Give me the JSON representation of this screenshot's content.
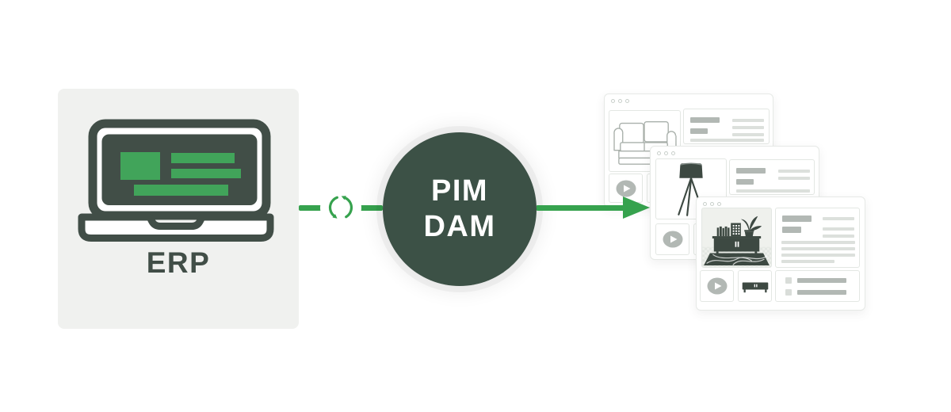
{
  "colors": {
    "background": "#ffffff",
    "accent_green": "#36A24E",
    "laptop_green": "#41A45A",
    "ink_dark": "#414E47",
    "hub_green": "#3C5146",
    "erp_panel_bg": "#F0F1EF",
    "card_border": "#E6E9E6",
    "box_border": "#E3E7E3",
    "bar_dark": "#B2B8B4",
    "bar_light": "#DCE0DC",
    "illustration_dark": "#3D4942",
    "sofa_stroke": "#A9B0AB",
    "image_box_bg": "#EFF1ED",
    "dot_ring": "#C9CFCB",
    "checklist_square": "#D9DDD9"
  },
  "erp": {
    "label": "ERP"
  },
  "hub": {
    "line1": "PIM",
    "line2": "DAM"
  },
  "flow": {
    "direction": "left-to-right",
    "sync_icon": "circular-sync-arrows-icon",
    "arrow_icon": "right-arrow-icon"
  },
  "cards": [
    {
      "subject_icon": "sofa-line-art-icon",
      "thumbnails": [
        "video-play"
      ],
      "placeholders": {
        "title_bars": 2,
        "side_lines": 3,
        "bottom_lines": 1
      }
    },
    {
      "subject_icon": "floor-lamp-icon",
      "thumbnails": [
        "video-play"
      ],
      "placeholders": {
        "title_bars": 2,
        "side_lines": 2,
        "bottom_lines": 1
      }
    },
    {
      "subject_icon": "sideboard-plant-rug-icon",
      "thumbnails": [
        "video-play",
        "sideboard-mini"
      ],
      "placeholders": {
        "title_bars": 2,
        "side_lines": 3,
        "bottom_lines": 4,
        "checklist_rows": 2
      }
    }
  ]
}
